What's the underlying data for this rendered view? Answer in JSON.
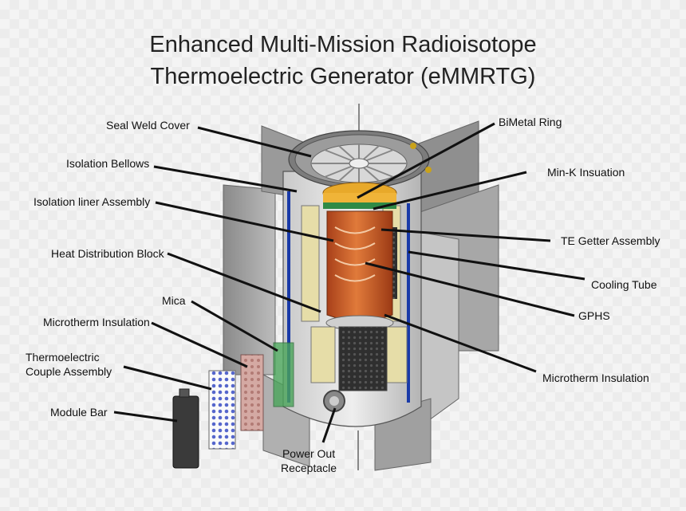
{
  "title": {
    "line1": "Enhanced Multi-Mission Radioisotope",
    "line2": "Thermoelectric Generator (eMMRTG)"
  },
  "labels": {
    "seal_weld_cover": "Seal Weld Cover",
    "isolation_bellows": "Isolation Bellows",
    "isolation_liner_assembly": "Isolation liner Assembly",
    "heat_distribution_block": "Heat Distribution Block",
    "mica": "Mica",
    "microtherm_insulation_left": "Microtherm Insulation",
    "thermoelectric_line1": "Thermoelectric",
    "thermoelectric_line2": "Couple Assembly",
    "module_bar": "Module Bar",
    "power_out_line1": "Power Out",
    "power_out_line2": "Receptacle",
    "bimetal_ring": "BiMetal Ring",
    "min_k_insulation": "Min-K Insuation",
    "te_getter_assembly": "TE  Getter Assembly",
    "cooling_tube": "Cooling Tube",
    "gphs": "GPHS",
    "microtherm_insulation_right": "Microtherm Insulation"
  }
}
